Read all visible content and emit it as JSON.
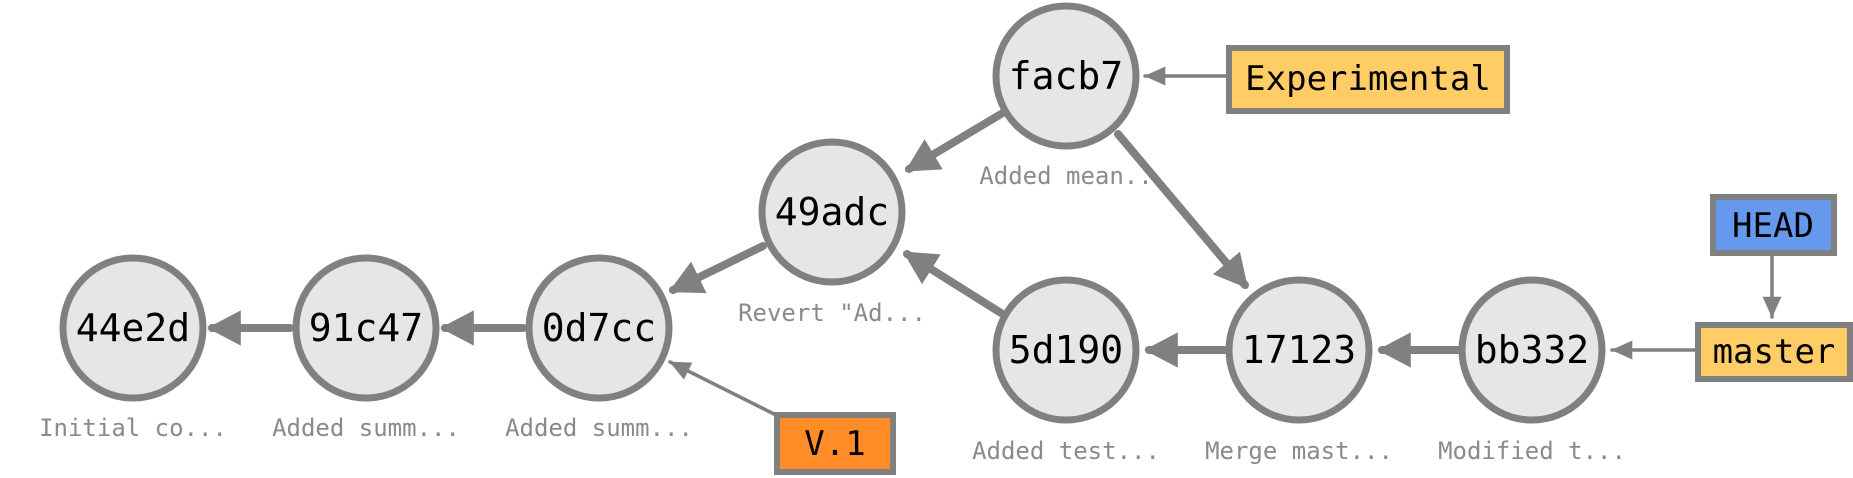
{
  "colors": {
    "node_fill": "#e6e6e6",
    "node_stroke": "#808080",
    "edge": "#808080",
    "message_text": "#8a8a8a",
    "branch_label": "#ffcc66",
    "tag_label": "#ff8c26",
    "head_label": "#6699ee"
  },
  "commits": [
    {
      "hash": "44e2d",
      "message": "Initial co..."
    },
    {
      "hash": "91c47",
      "message": "Added summ..."
    },
    {
      "hash": "0d7cc",
      "message": "Added summ..."
    },
    {
      "hash": "49adc",
      "message": "Revert \"Ad..."
    },
    {
      "hash": "facb7",
      "message": "Added mean.."
    },
    {
      "hash": "5d190",
      "message": "Added test..."
    },
    {
      "hash": "17123",
      "message": "Merge mast..."
    },
    {
      "hash": "bb332",
      "message": "Modified t..."
    }
  ],
  "refs": {
    "experimental": "Experimental",
    "head": "HEAD",
    "master": "master",
    "tag_v1": "V.1"
  }
}
